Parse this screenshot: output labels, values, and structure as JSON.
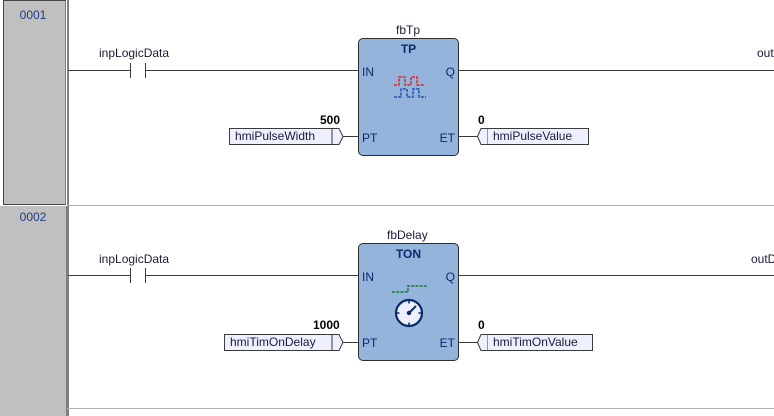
{
  "rungs": [
    {
      "number": "0001",
      "contact_label": "inpLogicData",
      "instance_name": "fbTp",
      "fb_type": "TP",
      "pins": {
        "in": "IN",
        "q": "Q",
        "pt": "PT",
        "et": "ET"
      },
      "pt_value": "500",
      "et_value": "0",
      "pt_var": "hmiPulseWidth",
      "et_var": "hmiPulseValue",
      "output_label": "out"
    },
    {
      "number": "0002",
      "contact_label": "inpLogicData",
      "instance_name": "fbDelay",
      "fb_type": "TON",
      "pins": {
        "in": "IN",
        "q": "Q",
        "pt": "PT",
        "et": "ET"
      },
      "pt_value": "1000",
      "et_value": "0",
      "pt_var": "hmiTimOnDelay",
      "et_var": "hmiTimOnValue",
      "output_label": "outD"
    }
  ],
  "colors": {
    "fb_fill": "#94b4dc",
    "gutter": "#c0c0c0",
    "var_box": "#eef0ff",
    "pulse_red": "#e02020",
    "pulse_blue": "#1f4fb0",
    "delay_green": "#1f7a3a"
  },
  "icons": {
    "rung1": "pulse-timer-icon",
    "rung2": "delay-timer-icon"
  }
}
